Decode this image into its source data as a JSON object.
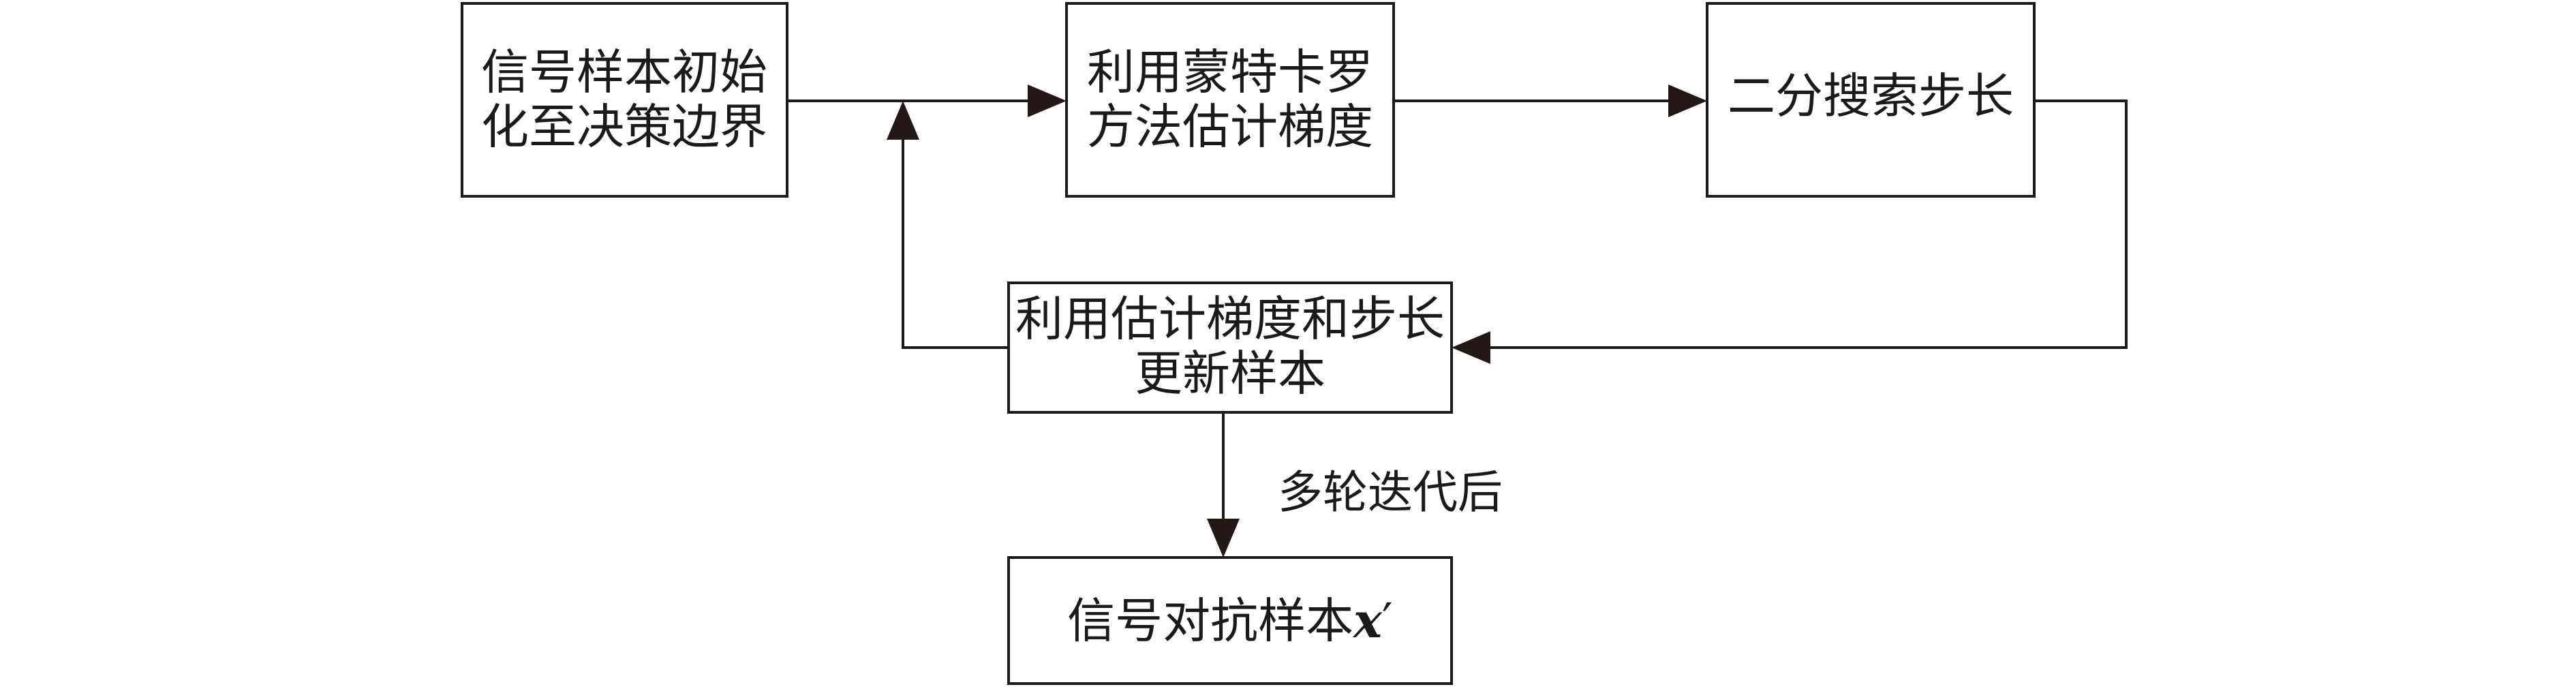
{
  "nodes": {
    "init": {
      "lines": [
        "信号样本初始",
        "化至决策边界"
      ]
    },
    "estimate": {
      "lines": [
        "利用蒙特卡罗",
        "方法估计梯度"
      ]
    },
    "search": {
      "lines": [
        "二分搜索步长"
      ]
    },
    "update": {
      "lines": [
        "利用估计梯度和步长",
        "更新样本"
      ]
    },
    "output": {
      "text": "信号对抗样本",
      "variable": "x",
      "prime": "′"
    }
  },
  "edges": {
    "after_iterations_label": "多轮迭代后"
  },
  "colors": {
    "stroke": "#1a1a1a",
    "arrow": "#231815",
    "background": "#ffffff"
  }
}
